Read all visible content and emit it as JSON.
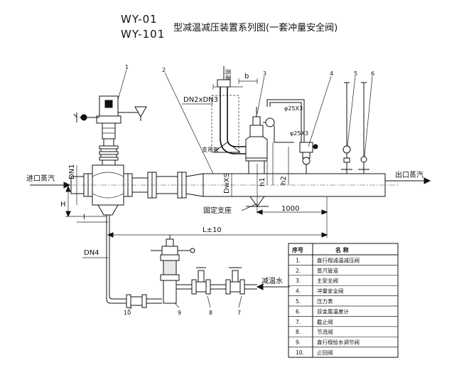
{
  "title": {
    "code_1": "WY-01",
    "code_2": "WY-101",
    "main": "型减温减压装置系列图(一套冲量安全阀)"
  },
  "labels": {
    "inlet": "进口蒸汽",
    "outlet": "出口蒸汽",
    "desuperheat_water": "减温水",
    "fixed_support": "固定支座",
    "dn1": "DN1",
    "dn4": "DN4",
    "dn2_dn3": "DN2xDN3",
    "dw_s": "DwXS",
    "h": "H",
    "h1": "h1",
    "h2": "h2",
    "b": "b",
    "l": "l",
    "l_total": "L±10",
    "dim_1000": "1000",
    "phi25_top": "φ25X3",
    "phi25_side": "φ25X3",
    "rain_cover": "雨罩",
    "support_frame": "支吊架"
  },
  "callouts": [
    "1",
    "2",
    "3",
    "4",
    "5",
    "6",
    "7",
    "8",
    "9",
    "10"
  ],
  "parts_table": {
    "headers": [
      "序号",
      "名    称"
    ],
    "rows": [
      {
        "no": "1.",
        "name": "直行程减温减压阀"
      },
      {
        "no": "2.",
        "name": "蒸汽管道"
      },
      {
        "no": "3.",
        "name": "主安全阀"
      },
      {
        "no": "4.",
        "name": "冲量安全阀"
      },
      {
        "no": "5.",
        "name": "压力表"
      },
      {
        "no": "6.",
        "name": "双金属温度计"
      },
      {
        "no": "7.",
        "name": "截止阀"
      },
      {
        "no": "8.",
        "name": "节流阀"
      },
      {
        "no": "9.",
        "name": "直行程给水调节阀"
      },
      {
        "no": "10.",
        "name": "止回阀"
      }
    ]
  }
}
